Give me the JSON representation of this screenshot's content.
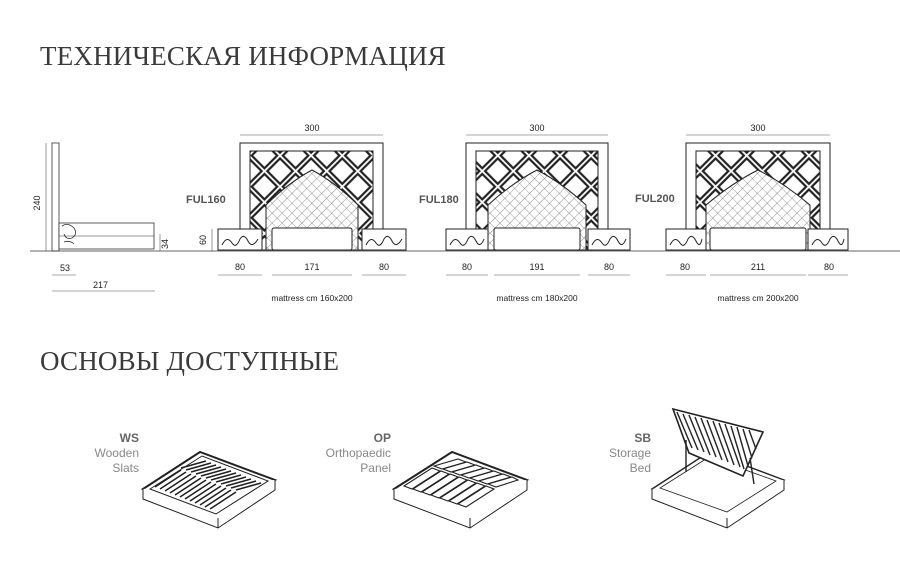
{
  "tech_info": {
    "title": "ТЕХНИЧЕСКАЯ ИНФОРМАЦИЯ",
    "side_view": {
      "height": "240",
      "base": "53",
      "leg": "34",
      "length": "217"
    },
    "beds": [
      {
        "model": "FUL160",
        "overall": "300",
        "headboard_height": "60",
        "nightstand_left": "80",
        "mattress_width": "171",
        "nightstand_right": "80",
        "mattress_caption": "mattress cm 160x200"
      },
      {
        "model": "FUL180",
        "overall": "300",
        "nightstand_left": "80",
        "mattress_width": "191",
        "nightstand_right": "80",
        "mattress_caption": "mattress cm 180x200"
      },
      {
        "model": "FUL200",
        "overall": "300",
        "nightstand_left": "80",
        "mattress_width": "211",
        "nightstand_right": "80",
        "mattress_caption": "mattress cm 200x200"
      }
    ]
  },
  "bases": {
    "title": "ОСНОВЫ ДОСТУПНЫЕ",
    "items": [
      {
        "code": "WS",
        "line1": "Wooden",
        "line2": "Slats"
      },
      {
        "code": "OP",
        "line1": "Orthopaedic",
        "line2": "Panel"
      },
      {
        "code": "SB",
        "line1": "Storage",
        "line2": "Bed"
      }
    ]
  }
}
